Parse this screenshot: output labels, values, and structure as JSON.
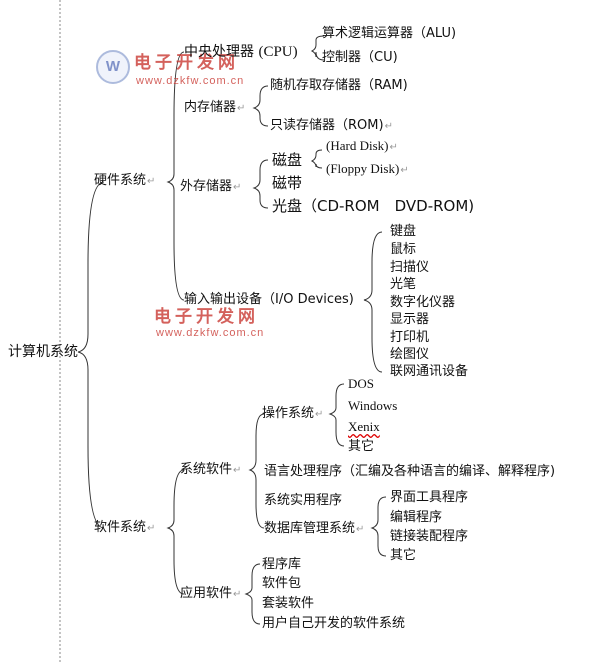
{
  "root": "计算机系统",
  "hardware": {
    "label": "硬件系统",
    "cpu": {
      "label": "中央处理器",
      "abbr": "(CPU)",
      "alu": "算术逻辑运算器（ALU)",
      "cu": "控制器（CU)"
    },
    "memory": {
      "label": "内存储器",
      "ram": "随机存取存储器（RAM)",
      "rom": "只读存储器（ROM)"
    },
    "storage": {
      "label": "外存储器",
      "disk": "磁盘",
      "hard_disk": "(Hard Disk)",
      "floppy_disk": "(Floppy Disk)",
      "tape": "磁带",
      "optical": "光盘（CD-ROM　DVD-ROM)"
    },
    "io": {
      "label": "输入输出设备（I/O Devices)",
      "devices": [
        "键盘",
        "鼠标",
        "扫描仪",
        "光笔",
        "数字化仪器",
        "显示器",
        "打印机",
        "绘图仪",
        "联网通讯设备"
      ]
    }
  },
  "software": {
    "label": "软件系统",
    "system": {
      "label": "系统软件",
      "os": {
        "label": "操作系统",
        "items": [
          "DOS",
          "Windows",
          "Xenix",
          "其它"
        ]
      },
      "language": "语言处理程序（汇编及各种语言的编译、解释程序)",
      "utility": "系统实用程序",
      "dbms": {
        "label": "数据库管理系统",
        "items": [
          "界面工具程序",
          "编辑程序",
          "链接装配程序",
          "其它"
        ]
      }
    },
    "application": {
      "label": "应用软件",
      "items": [
        "程序库",
        "软件包",
        "套装软件",
        "用户自己开发的软件系统"
      ]
    }
  },
  "watermark": {
    "title": "电子开发网",
    "url": "www.dzkfw.com.cn"
  },
  "colors": {
    "watermark": "#c8352f",
    "lines": "#333333",
    "divider": "#8a8a8a",
    "spell_underline": "#dd0000"
  }
}
